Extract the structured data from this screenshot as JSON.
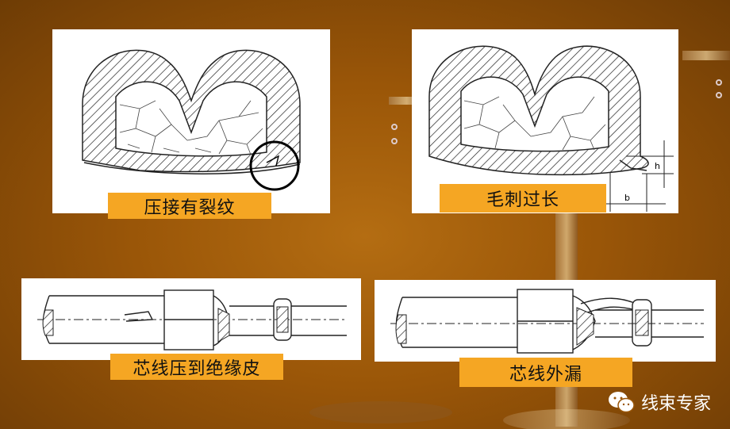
{
  "panels": {
    "crack": {
      "label": "压接有裂纹"
    },
    "burr": {
      "label": "毛刺过长",
      "dim_h": "h",
      "dim_b": "b"
    },
    "core_insulation": {
      "label": "芯线压到绝缘皮"
    },
    "core_exposed": {
      "label": "芯线外漏"
    }
  },
  "watermark": {
    "text": "线束专家",
    "icon": "wechat-icon"
  },
  "colors": {
    "label_bg": "#f5a623",
    "background": "#9a5608"
  }
}
